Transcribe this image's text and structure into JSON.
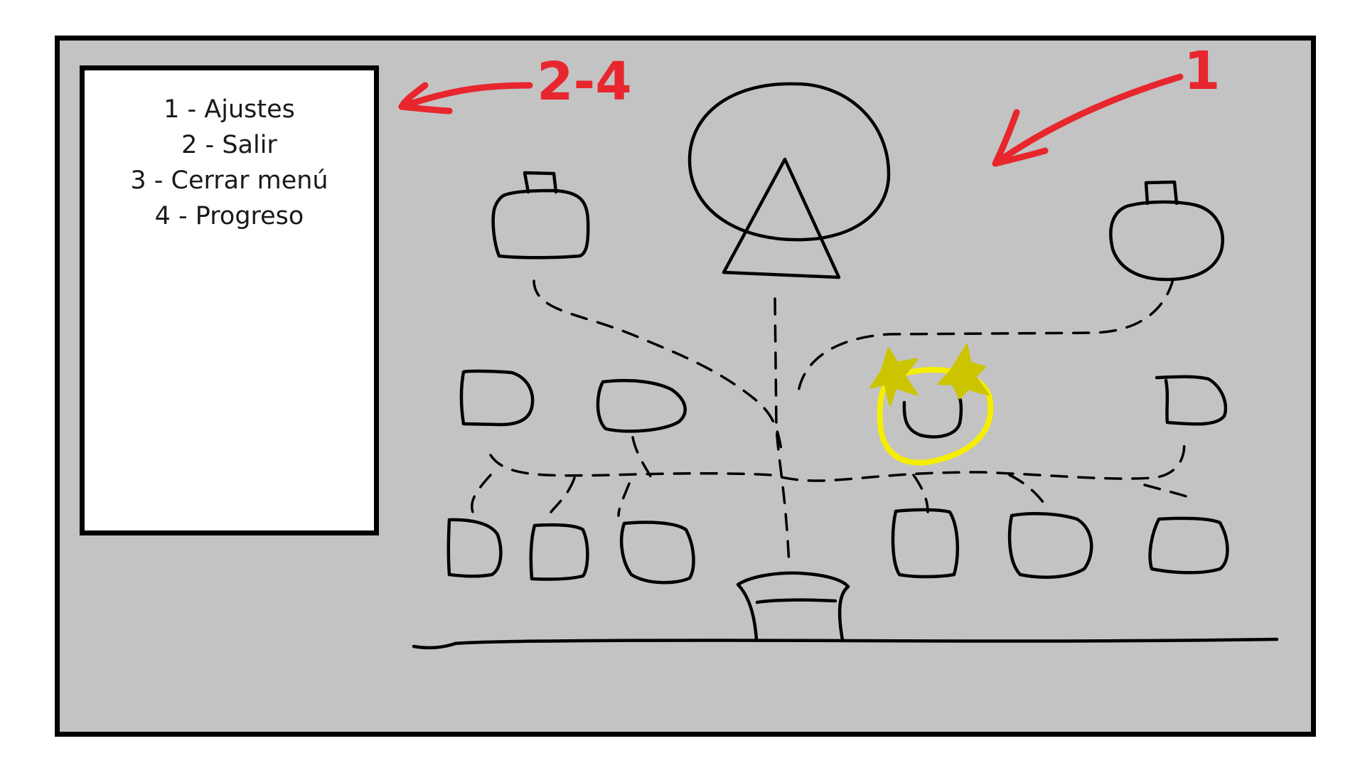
{
  "menu": {
    "items": [
      {
        "label": "1 - Ajustes"
      },
      {
        "label": "2 - Salir"
      },
      {
        "label": "3 - Cerrar menú"
      },
      {
        "label": "4 - Progreso"
      }
    ]
  },
  "annotations": {
    "menu_arrow_label": "2-4",
    "map_arrow_label": "1"
  },
  "colors": {
    "background": "#c3c3c3",
    "panel": "#ffffff",
    "ink": "#000000",
    "annotation": "#e8262d",
    "highlight_ring": "#f5ee00",
    "highlight_stars": "#cdc400"
  },
  "map": {
    "current_level": "second-row-level-3",
    "top_icon": "triangle-in-circle-icon"
  }
}
